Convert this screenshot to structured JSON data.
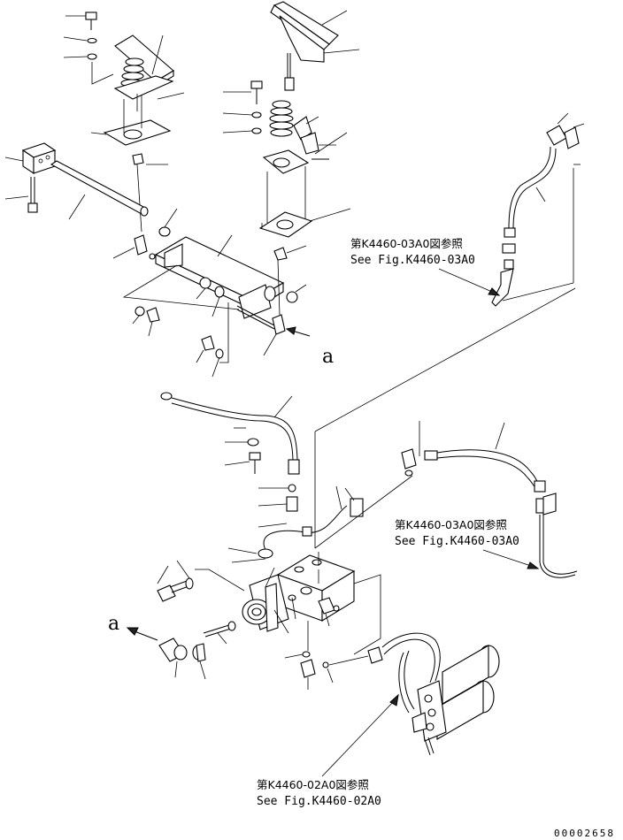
{
  "references": {
    "ref1_jp": "第K4460-03A0図参照",
    "ref1_en": "See Fig.K4460-03A0",
    "ref2_jp": "第K4460-03A0図参照",
    "ref2_en": "See Fig.K4460-03A0",
    "ref3_jp": "第K4460-02A0図参照",
    "ref3_en": "See Fig.K4460-02A0"
  },
  "markers": {
    "top_a": "a",
    "bottom_a": "a"
  },
  "drawing_code": "00002658",
  "icons": [
    "pedal-assembly-icon",
    "control-lever-icon",
    "hose-icon",
    "valve-block-icon",
    "cylinder-icon",
    "arrow-icon"
  ]
}
